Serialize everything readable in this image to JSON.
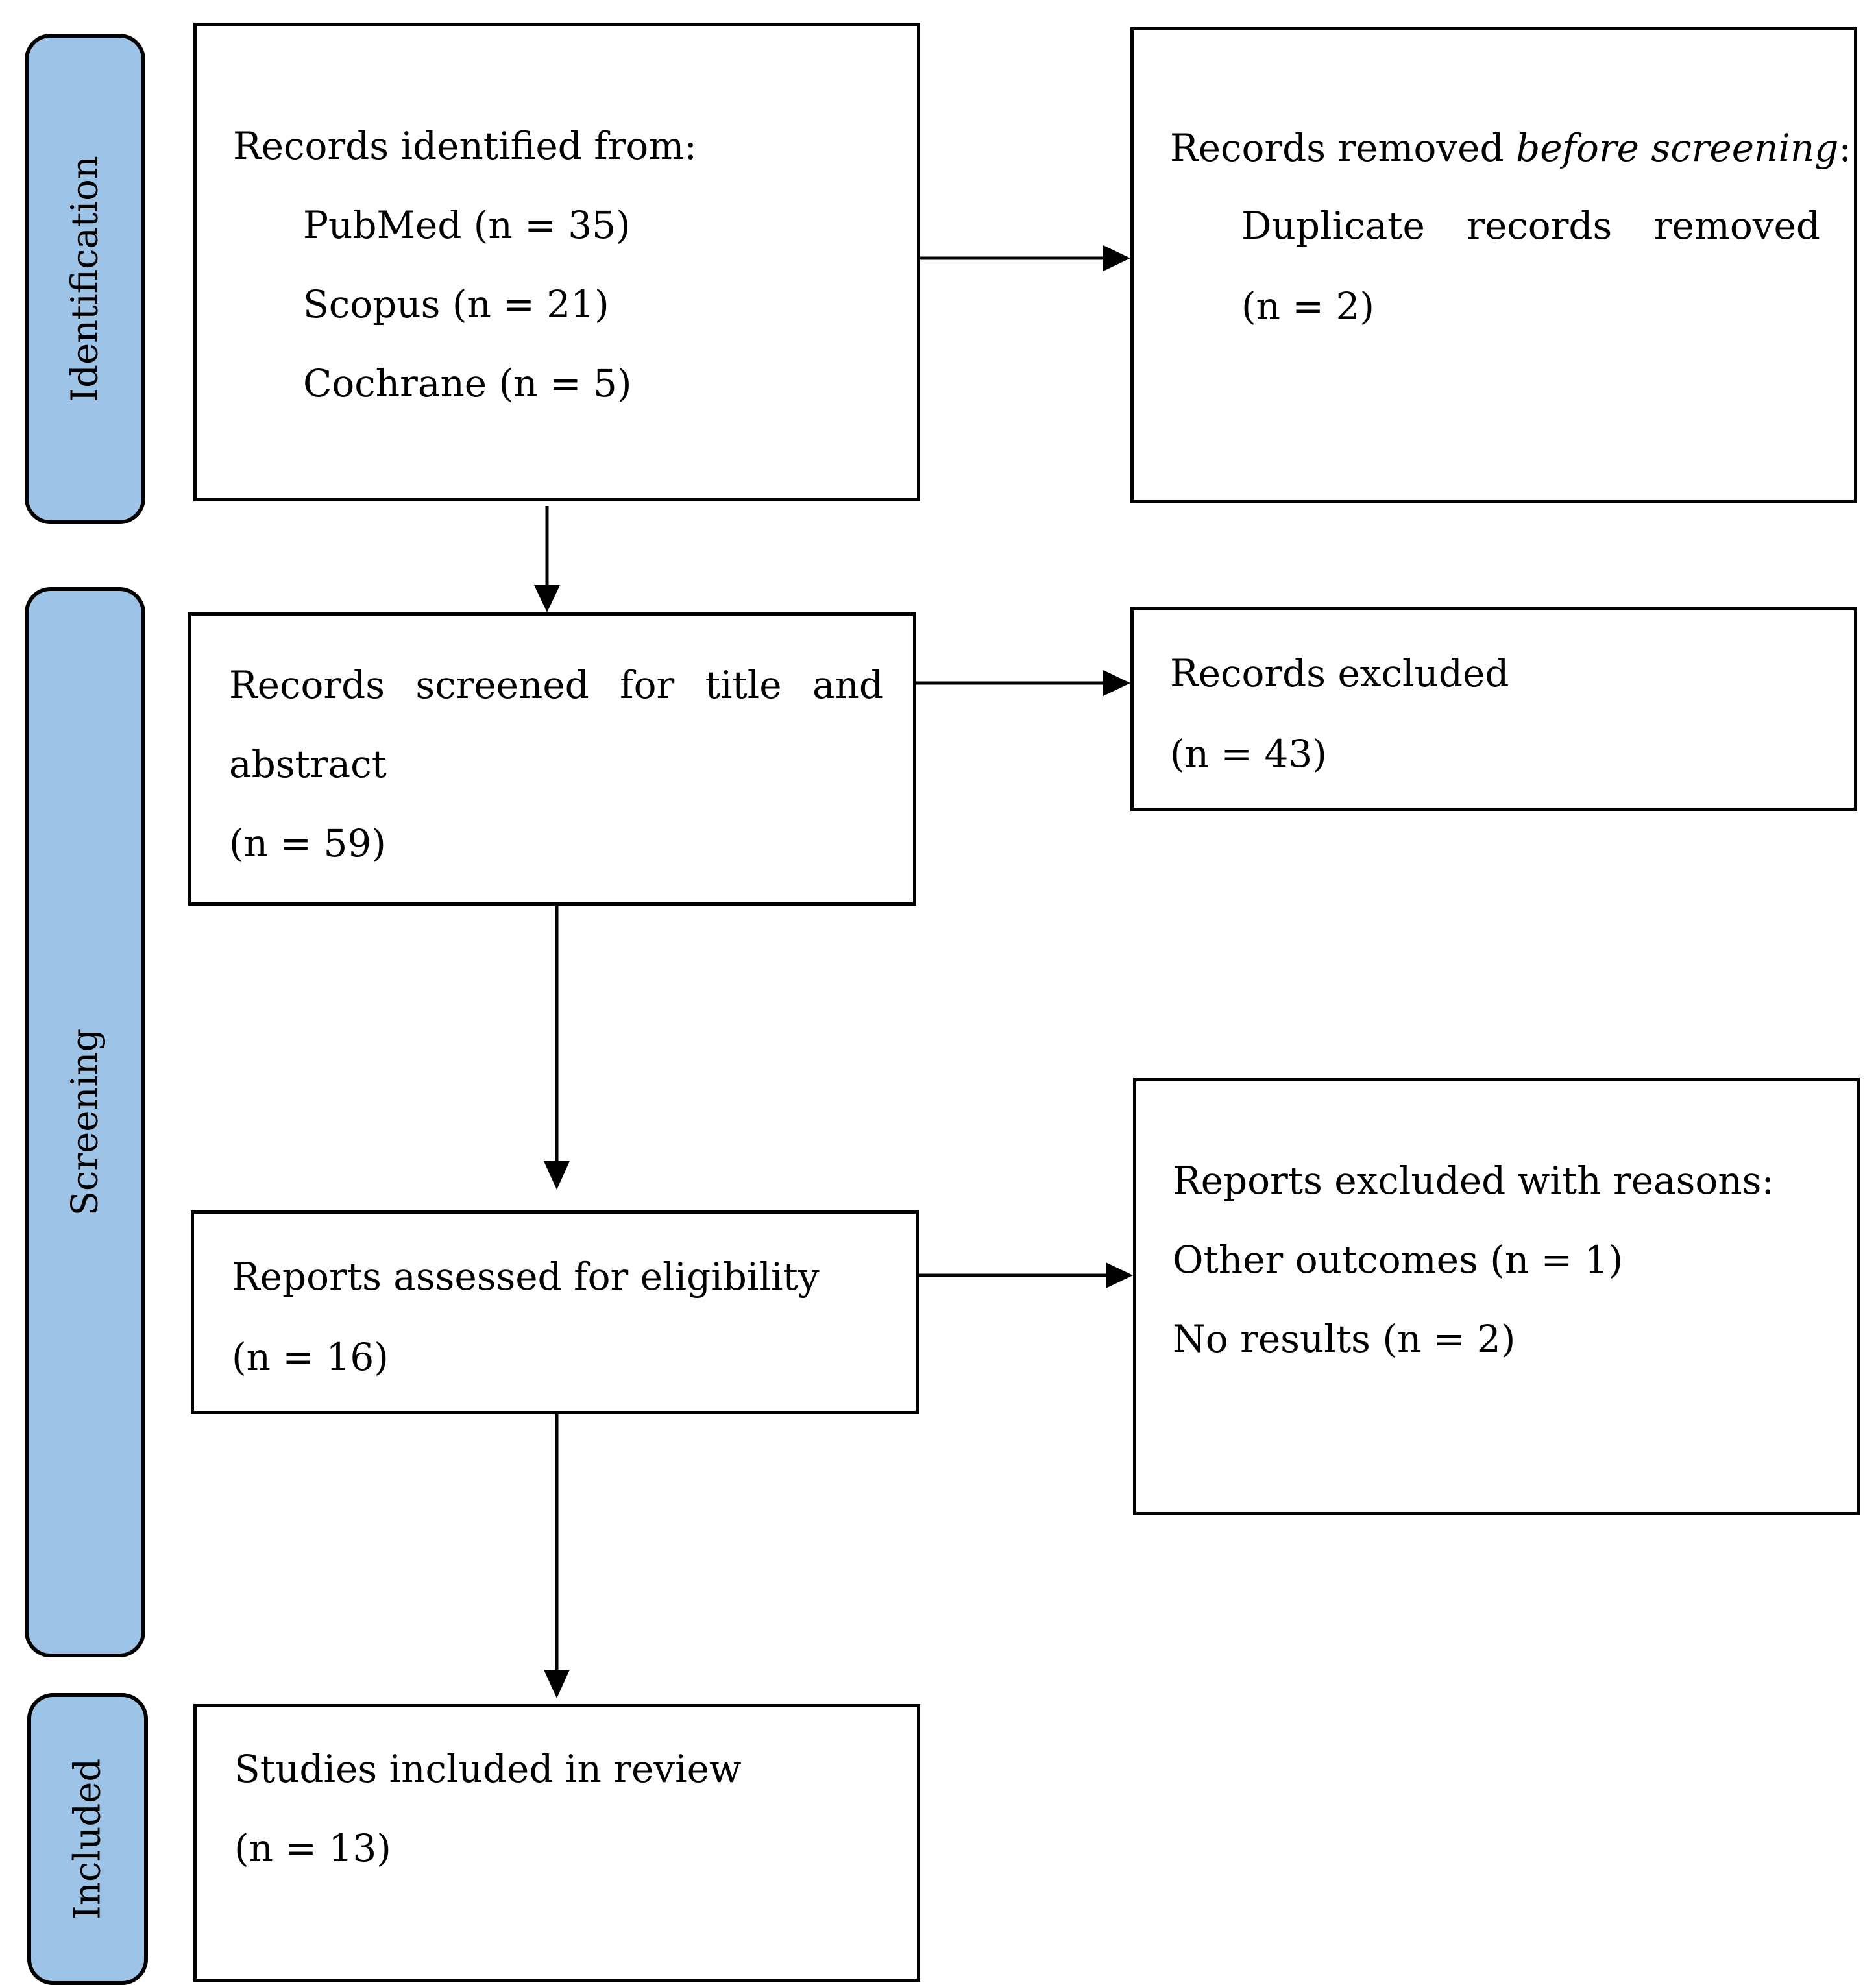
{
  "phases": {
    "identification": "Identification",
    "screening": "Screening",
    "included": "Included"
  },
  "identified": {
    "heading": "Records identified from:",
    "sources": [
      "PubMed (n = 35)",
      "Scopus (n = 21)",
      "Cochrane (n = 5)"
    ]
  },
  "removed": {
    "heading_prefix": "Records removed ",
    "heading_italic": "before screening",
    "heading_suffix": ":",
    "line1_words": [
      "Duplicate",
      "records",
      "removed"
    ],
    "line2": "(n = 2)"
  },
  "screened": {
    "line1_words": [
      "Records",
      "screened",
      "for",
      "title",
      "and"
    ],
    "line2": "abstract",
    "line3": "(n = 59)"
  },
  "excluded_records": {
    "line1": "Records excluded",
    "line2": "(n = 43)"
  },
  "assessed": {
    "line1": "Reports assessed for eligibility",
    "line2": "(n = 16)"
  },
  "excluded_reports": {
    "heading": "Reports excluded with reasons:",
    "reasons": [
      "Other outcomes (n = 1)",
      "No results (n = 2)"
    ]
  },
  "included": {
    "line1": "Studies included in review",
    "line2": "(n = 13)"
  }
}
